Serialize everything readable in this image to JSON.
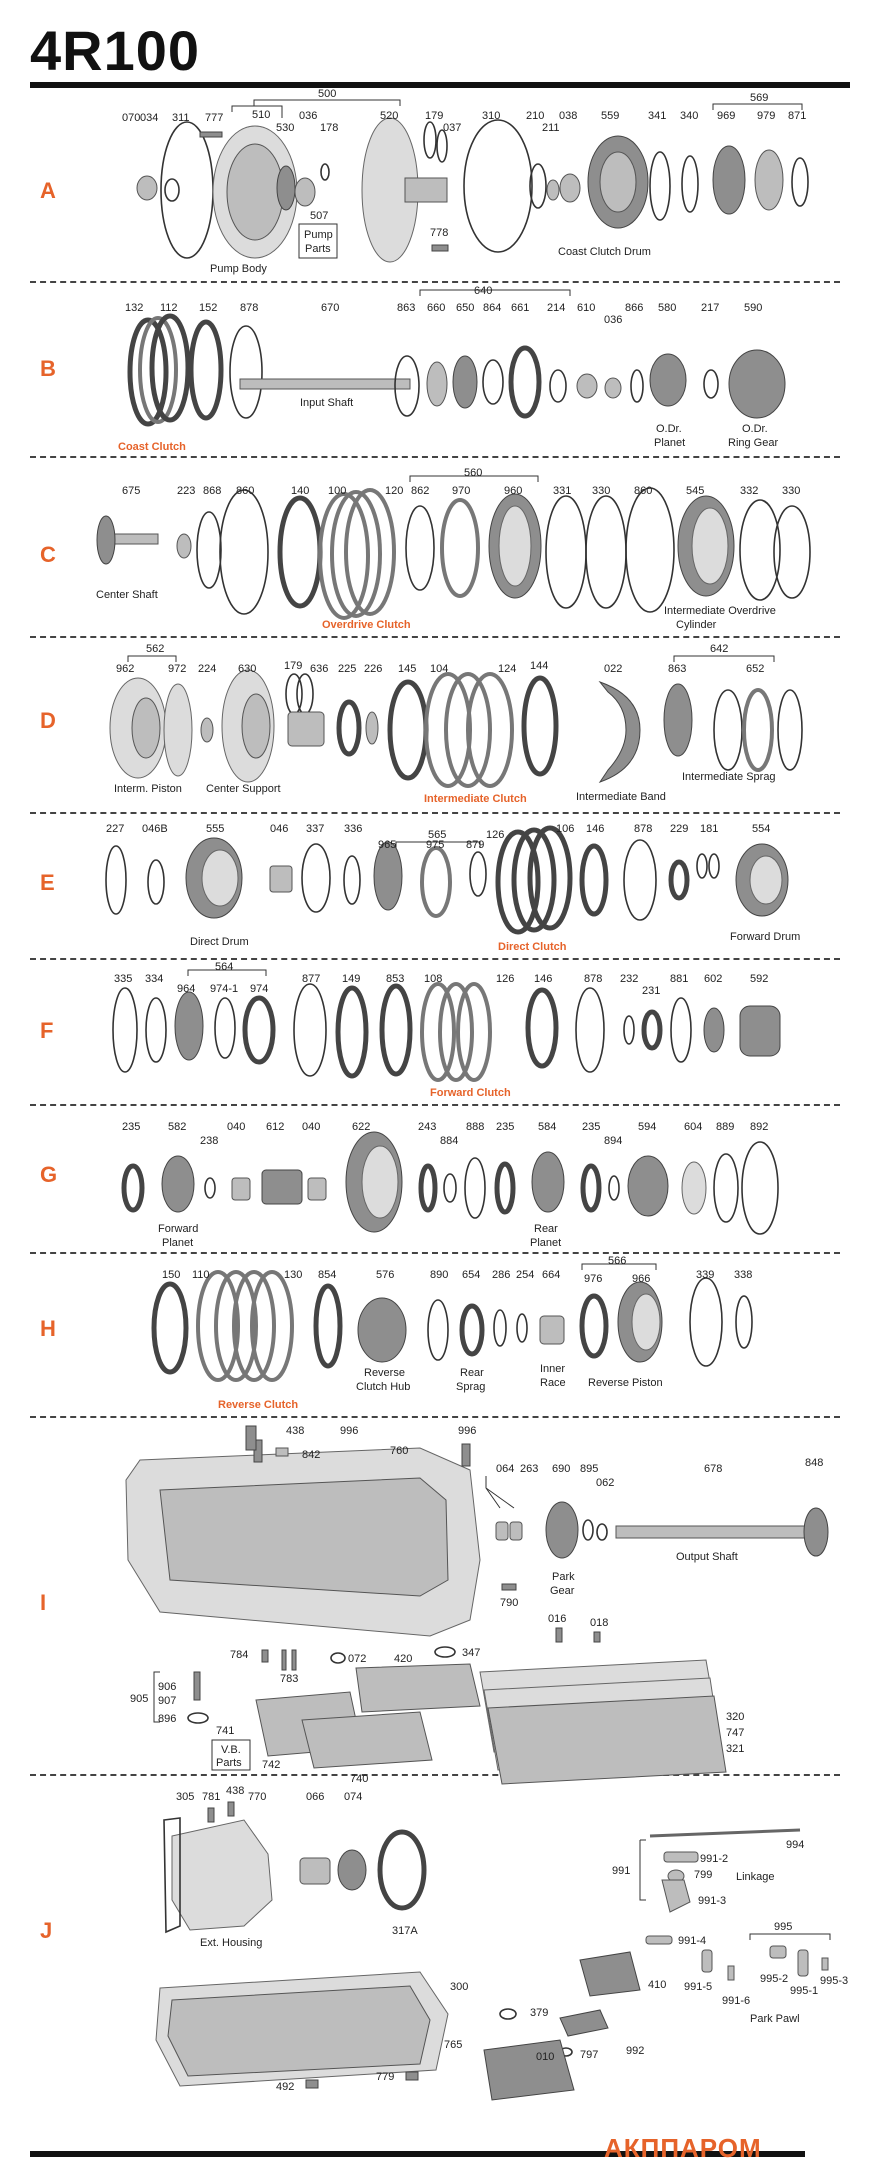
{
  "title": "4R100",
  "logo": "АКППАРОМ",
  "sections": {
    "A": {
      "letter": "A",
      "part_numbers": [
        "070",
        "034",
        "311",
        "777",
        "500",
        "510",
        "530",
        "036",
        "178",
        "520",
        "179",
        "037",
        "310",
        "210",
        "211",
        "038",
        "559",
        "341",
        "340",
        "569",
        "969",
        "979",
        "871",
        "507",
        "778"
      ],
      "captions": [
        "Pump Body",
        "Pump",
        "Parts",
        "Coast Clutch Drum"
      ]
    },
    "B": {
      "letter": "B",
      "part_numbers": [
        "132",
        "112",
        "152",
        "878",
        "670",
        "863",
        "640",
        "660",
        "650",
        "864",
        "661",
        "214",
        "610",
        "036",
        "866",
        "580",
        "217",
        "590"
      ],
      "captions": [
        "Input Shaft",
        "O.Dr.",
        "Planet",
        "O.Dr.",
        "Ring Gear"
      ],
      "orange_caption": "Coast Clutch"
    },
    "C": {
      "letter": "C",
      "part_numbers": [
        "675",
        "223",
        "868",
        "860",
        "140",
        "100",
        "120",
        "560",
        "862",
        "970",
        "960",
        "331",
        "330",
        "860",
        "545",
        "332",
        "330"
      ],
      "captions": [
        "Center Shaft",
        "Intermediate Overdrive",
        "Cylinder"
      ],
      "orange_caption": "Overdrive Clutch"
    },
    "D": {
      "letter": "D",
      "part_numbers": [
        "562",
        "962",
        "972",
        "224",
        "630",
        "179",
        "636",
        "225",
        "226",
        "145",
        "104",
        "124",
        "144",
        "022",
        "642",
        "863",
        "652"
      ],
      "captions": [
        "Interm. Piston",
        "Center Support",
        "Intermediate Band",
        "Intermediate Sprag"
      ],
      "orange_caption": "Intermediate Clutch"
    },
    "E": {
      "letter": "E",
      "part_numbers": [
        "227",
        "046B",
        "555",
        "046",
        "337",
        "336",
        "565",
        "965",
        "975",
        "879",
        "126",
        "106",
        "146",
        "878",
        "229",
        "181",
        "554"
      ],
      "captions": [
        "Direct Drum",
        "Forward Drum"
      ],
      "orange_caption": "Direct Clutch"
    },
    "F": {
      "letter": "F",
      "part_numbers": [
        "335",
        "334",
        "564",
        "964",
        "974-1",
        "974",
        "877",
        "149",
        "853",
        "108",
        "126",
        "146",
        "878",
        "232",
        "231",
        "881",
        "602",
        "592"
      ],
      "captions": [],
      "orange_caption": "Forward Clutch"
    },
    "G": {
      "letter": "G",
      "part_numbers": [
        "235",
        "582",
        "238",
        "040",
        "612",
        "040",
        "622",
        "243",
        "884",
        "888",
        "235",
        "584",
        "235",
        "894",
        "594",
        "604",
        "889",
        "892"
      ],
      "captions": [
        "Forward",
        "Planet",
        "Rear",
        "Planet"
      ]
    },
    "H": {
      "letter": "H",
      "part_numbers": [
        "150",
        "110",
        "130",
        "854",
        "576",
        "890",
        "654",
        "286",
        "254",
        "664",
        "566",
        "976",
        "966",
        "339",
        "338"
      ],
      "captions": [
        "Reverse",
        "Clutch Hub",
        "Rear",
        "Sprag",
        "Inner",
        "Race",
        "Reverse Piston"
      ],
      "orange_caption": "Reverse Clutch"
    },
    "I": {
      "letter": "I",
      "part_numbers": [
        "438",
        "842",
        "996",
        "760",
        "996",
        "064",
        "263",
        "690",
        "895",
        "062",
        "678",
        "848",
        "790",
        "016",
        "018",
        "784",
        "783",
        "072",
        "347",
        "420",
        "906",
        "907",
        "905",
        "896",
        "741",
        "742",
        "740",
        "320",
        "747",
        "321"
      ],
      "captions": [
        "Park",
        "Gear",
        "Output Shaft",
        "V.B.",
        "Parts"
      ]
    },
    "J": {
      "letter": "J",
      "part_numbers": [
        "305",
        "781",
        "438",
        "770",
        "066",
        "074",
        "991",
        "991-2",
        "994",
        "799",
        "991-3",
        "317A",
        "991-4",
        "995",
        "410",
        "991-5",
        "995-2",
        "995-1",
        "995-3",
        "991-6",
        "300",
        "379",
        "797",
        "992",
        "765",
        "010",
        "492",
        "779"
      ],
      "captions": [
        "Ext. Housing",
        "Linkage",
        "Park Pawl"
      ]
    }
  }
}
